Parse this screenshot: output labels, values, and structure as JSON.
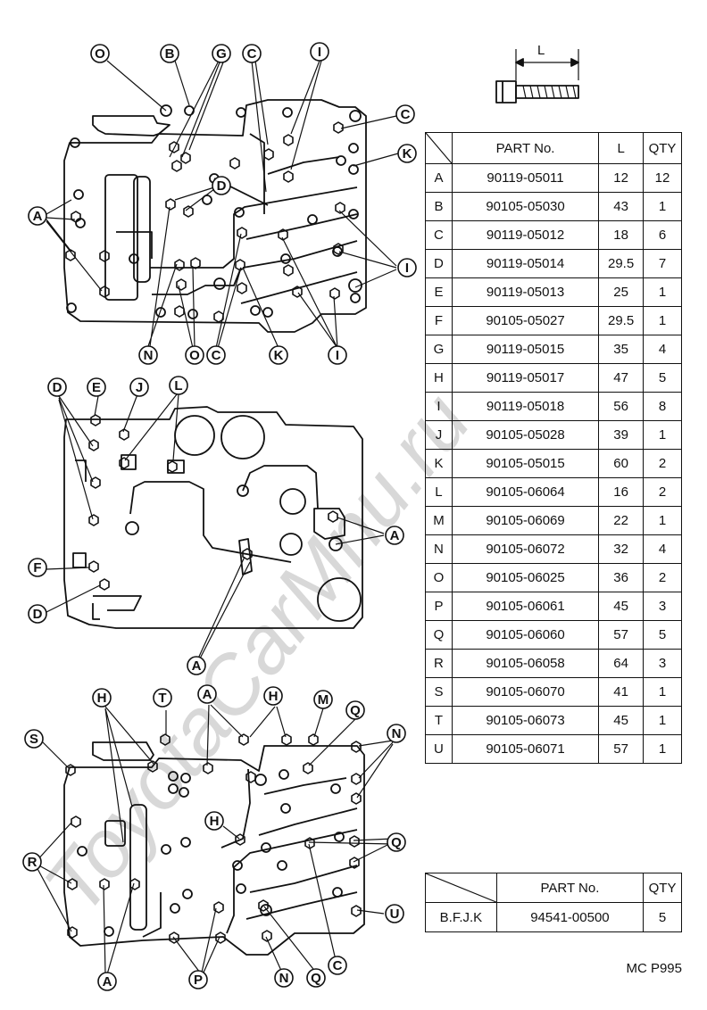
{
  "bolt_icon": {
    "dimension_label": "L"
  },
  "main_table": {
    "headers": {
      "part_no": "PART No.",
      "length": "L",
      "qty": "QTY"
    },
    "rows": [
      {
        "key": "A",
        "part_no": "90119-05011",
        "length": "12",
        "qty": "12"
      },
      {
        "key": "B",
        "part_no": "90105-05030",
        "length": "43",
        "qty": "1"
      },
      {
        "key": "C",
        "part_no": "90119-05012",
        "length": "18",
        "qty": "6"
      },
      {
        "key": "D",
        "part_no": "90119-05014",
        "length": "29.5",
        "qty": "7"
      },
      {
        "key": "E",
        "part_no": "90119-05013",
        "length": "25",
        "qty": "1"
      },
      {
        "key": "F",
        "part_no": "90105-05027",
        "length": "29.5",
        "qty": "1"
      },
      {
        "key": "G",
        "part_no": "90119-05015",
        "length": "35",
        "qty": "4"
      },
      {
        "key": "H",
        "part_no": "90119-05017",
        "length": "47",
        "qty": "5"
      },
      {
        "key": "I",
        "part_no": "90119-05018",
        "length": "56",
        "qty": "8"
      },
      {
        "key": "J",
        "part_no": "90105-05028",
        "length": "39",
        "qty": "1"
      },
      {
        "key": "K",
        "part_no": "90105-05015",
        "length": "60",
        "qty": "2"
      },
      {
        "key": "L",
        "part_no": "90105-06064",
        "length": "16",
        "qty": "2"
      },
      {
        "key": "M",
        "part_no": "90105-06069",
        "length": "22",
        "qty": "1"
      },
      {
        "key": "N",
        "part_no": "90105-06072",
        "length": "32",
        "qty": "4"
      },
      {
        "key": "O",
        "part_no": "90105-06025",
        "length": "36",
        "qty": "2"
      },
      {
        "key": "P",
        "part_no": "90105-06061",
        "length": "45",
        "qty": "3"
      },
      {
        "key": "Q",
        "part_no": "90105-06060",
        "length": "57",
        "qty": "5"
      },
      {
        "key": "R",
        "part_no": "90105-06058",
        "length": "64",
        "qty": "3"
      },
      {
        "key": "S",
        "part_no": "90105-06070",
        "length": "41",
        "qty": "1"
      },
      {
        "key": "T",
        "part_no": "90105-06073",
        "length": "45",
        "qty": "1"
      },
      {
        "key": "U",
        "part_no": "90105-06071",
        "length": "57",
        "qty": "1"
      }
    ]
  },
  "sub_table": {
    "headers": {
      "part_no": "PART No.",
      "qty": "QTY"
    },
    "rows": [
      {
        "key": "B.F.J.K",
        "part_no": "94541-00500",
        "qty": "5"
      }
    ]
  },
  "figure_code": "MC P995",
  "watermark": "ToyotaCarMnu.ru",
  "callouts": {
    "top": [
      "O",
      "B",
      "G",
      "C",
      "I",
      "C",
      "K",
      "A",
      "D",
      "I",
      "N",
      "O",
      "C",
      "K",
      "I"
    ],
    "middle": [
      "D",
      "E",
      "J",
      "L",
      "A",
      "F",
      "D",
      "A"
    ],
    "bottom": [
      "H",
      "T",
      "A",
      "H",
      "M",
      "Q",
      "S",
      "N",
      "H",
      "Q",
      "R",
      "U",
      "A",
      "P",
      "N",
      "Q",
      "C"
    ]
  }
}
